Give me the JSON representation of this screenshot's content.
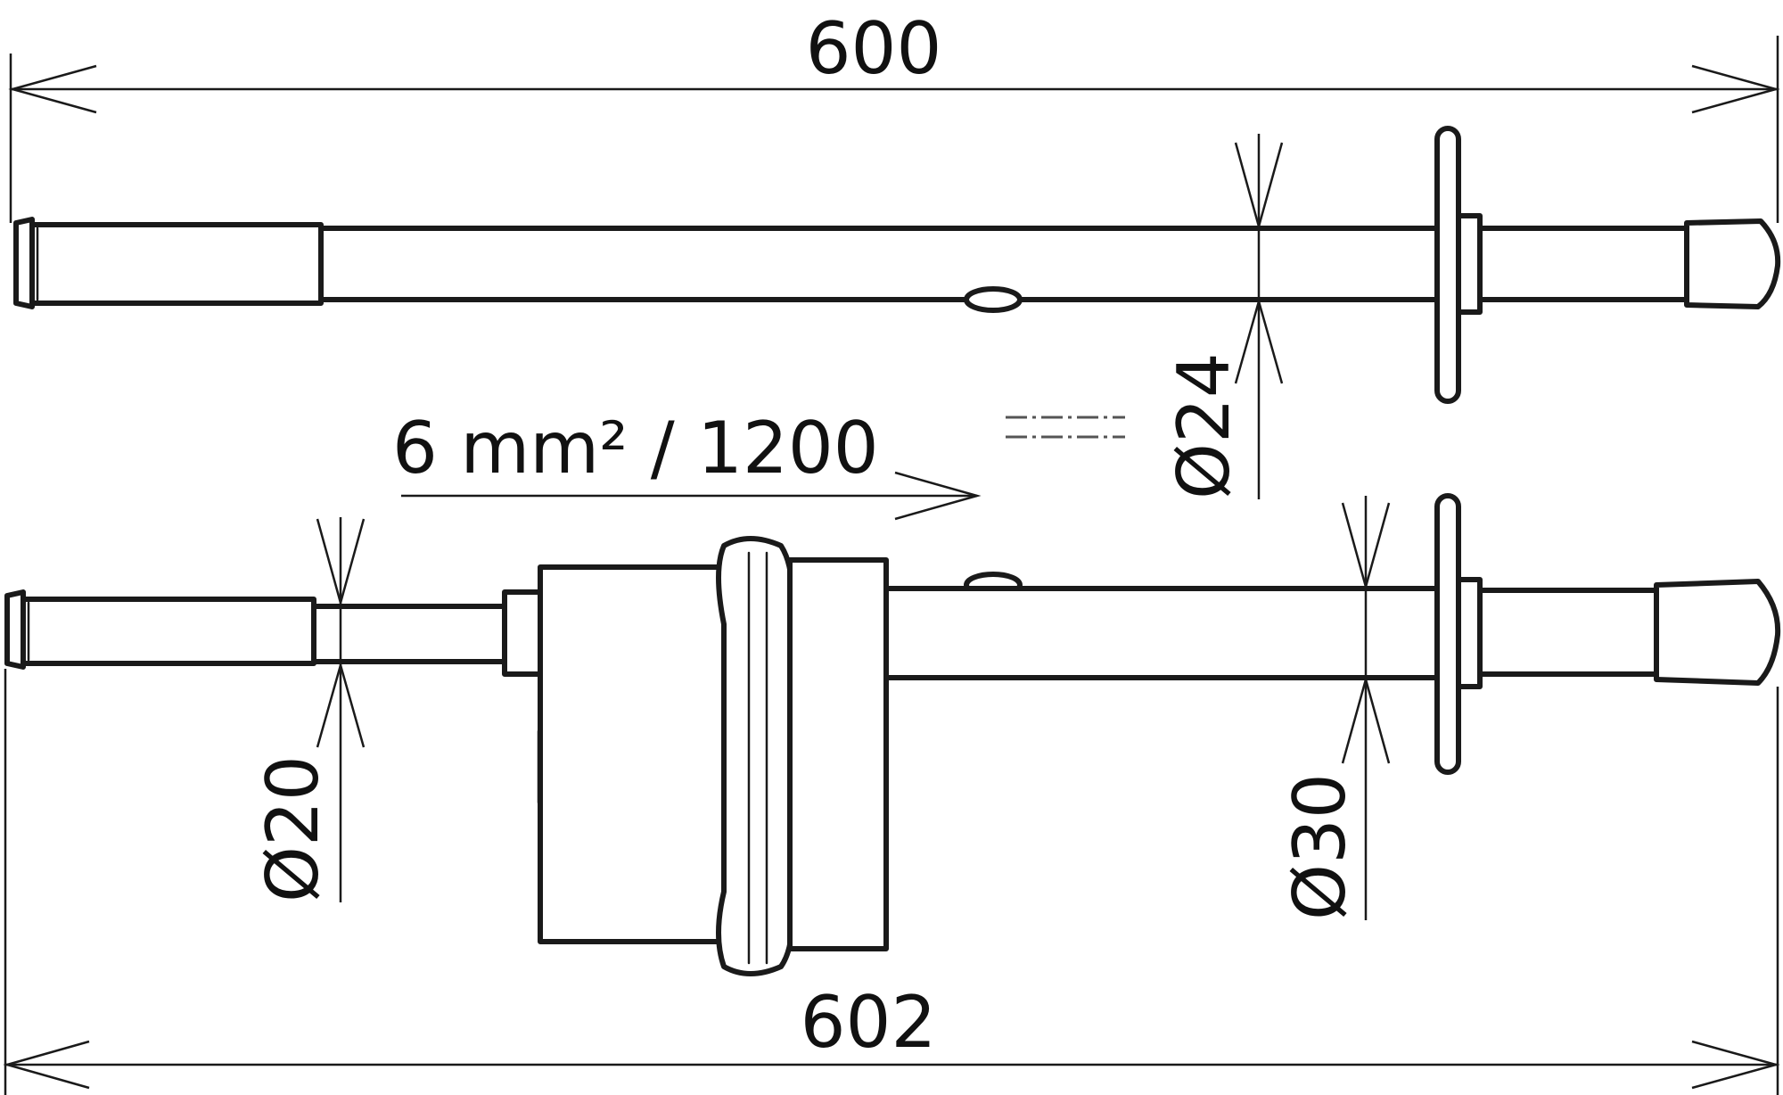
{
  "dimensions": {
    "top_length": "600",
    "bottom_length": "602",
    "diameter_top_rod": "Ø24",
    "diameter_bottom_rod": "Ø30",
    "diameter_bottom_tip": "Ø20",
    "cable_spec": "6 mm² / 1200"
  },
  "colors": {
    "line": "#1a1a1a",
    "background": "#ffffff"
  }
}
